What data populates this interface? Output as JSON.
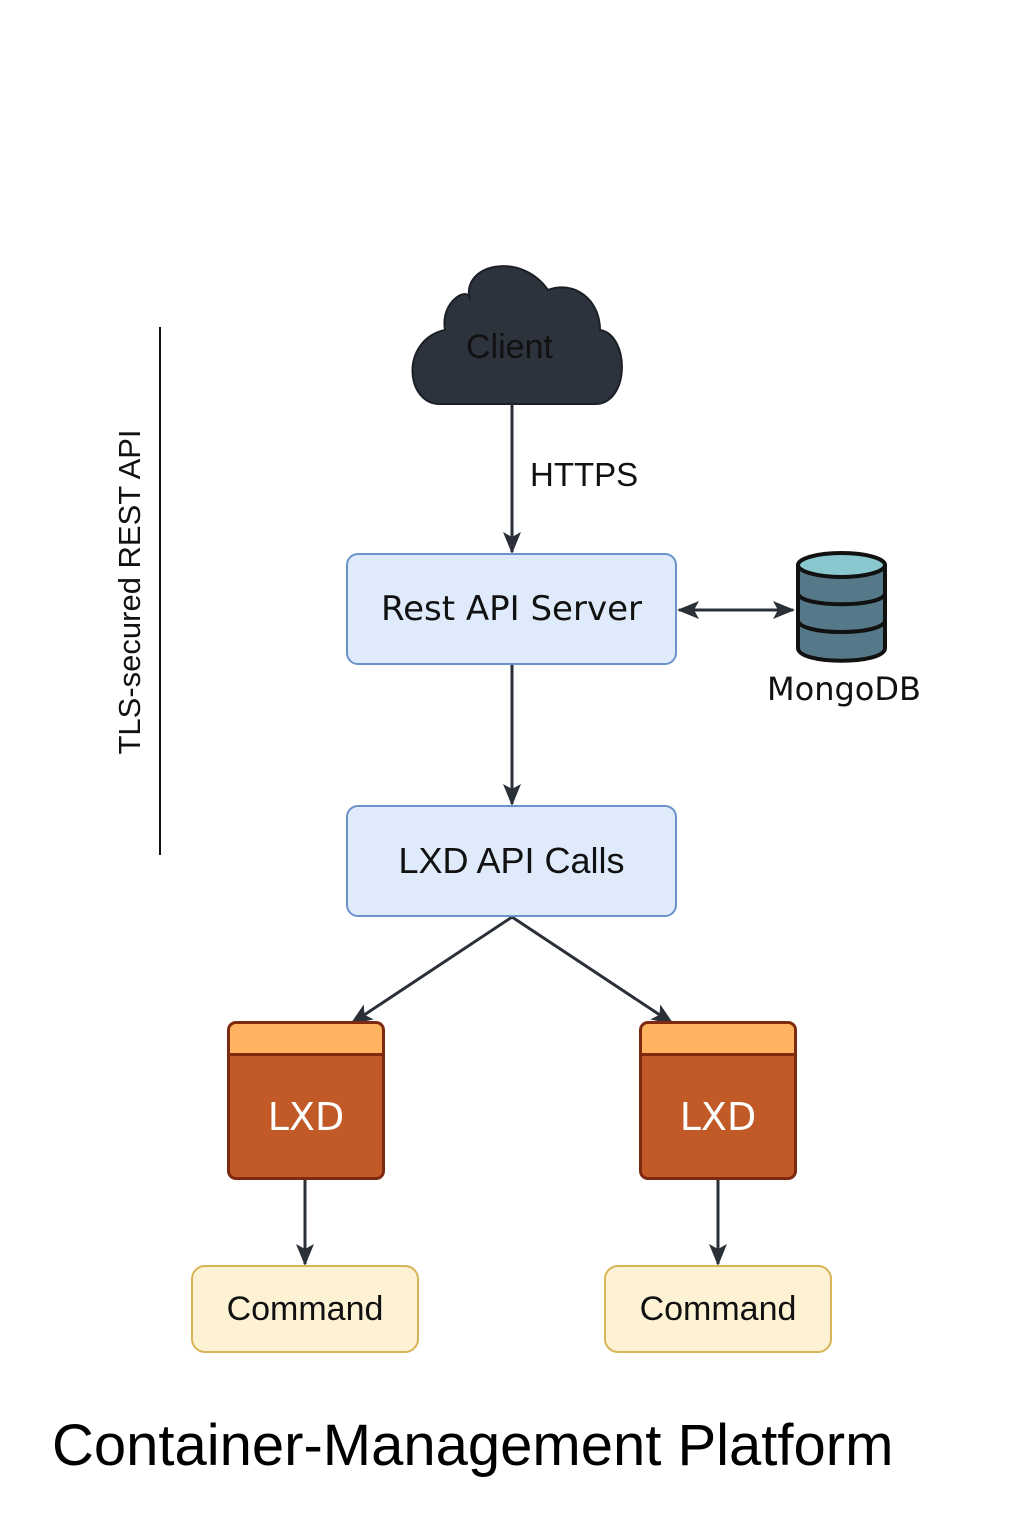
{
  "title": "Container-Management Platform",
  "side_label": "TLS-secured REST API",
  "nodes": {
    "client": {
      "label": "Client",
      "shape": "cloud",
      "color": "#2d333d"
    },
    "rest_api_server": {
      "label": "Rest API Server",
      "color": "#dfebfb",
      "border": "#6a93cc"
    },
    "database": {
      "label": "MongoDB",
      "icon": "database-icon",
      "body_color": "#56798a",
      "top_color": "#8ac8cf"
    },
    "lxd_api_calls": {
      "label": "LXD API Calls",
      "color": "#dfebfb",
      "border": "#6a93cc"
    },
    "lxd_nodes": [
      {
        "label": "LXD",
        "color": "#c25a27",
        "header_color": "#fdb35f"
      },
      {
        "label": "LXD",
        "color": "#c25a27",
        "header_color": "#fdb35f"
      }
    ],
    "commands": [
      {
        "label": "Command",
        "color": "#fdf3d4",
        "border": "#d8b456"
      },
      {
        "label": "Command",
        "color": "#fdf3d4",
        "border": "#d8b456"
      }
    ]
  },
  "edges": [
    {
      "from": "client",
      "to": "rest_api_server",
      "label": "HTTPS",
      "direction": "forward"
    },
    {
      "from": "rest_api_server",
      "to": "database",
      "label": "",
      "direction": "bidirectional"
    },
    {
      "from": "rest_api_server",
      "to": "lxd_api_calls",
      "label": "",
      "direction": "forward"
    },
    {
      "from": "lxd_api_calls",
      "to": "lxd_nodes.0",
      "label": "",
      "direction": "forward"
    },
    {
      "from": "lxd_api_calls",
      "to": "lxd_nodes.1",
      "label": "",
      "direction": "forward"
    },
    {
      "from": "lxd_nodes.0",
      "to": "commands.0",
      "label": "",
      "direction": "forward"
    },
    {
      "from": "lxd_nodes.1",
      "to": "commands.1",
      "label": "",
      "direction": "forward"
    }
  ],
  "colors": {
    "arrow": "#2a2f38",
    "text": "#111111"
  }
}
